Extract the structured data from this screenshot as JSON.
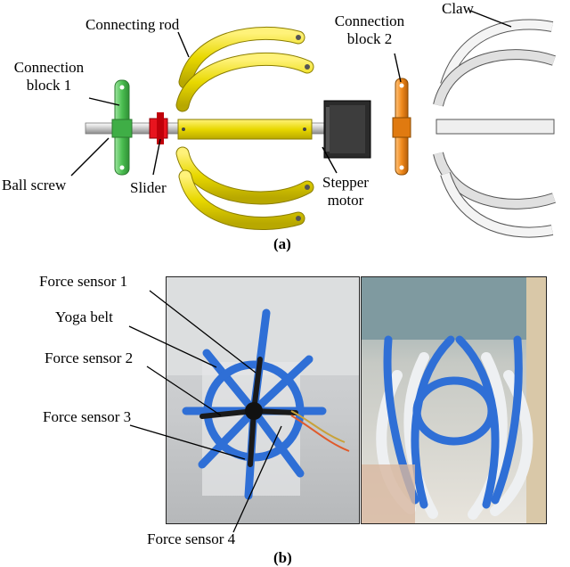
{
  "panel_a": {
    "caption": "(a)",
    "labels": {
      "connecting_rod": "Connecting rod",
      "connection_block_1": [
        "Connection",
        "block 1"
      ],
      "connection_block_2": [
        "Connection",
        "block 2"
      ],
      "claw": "Claw",
      "ball_screw": "Ball screw",
      "slider": "Slider",
      "stepper_motor": [
        "Stepper",
        "motor"
      ]
    },
    "colors": {
      "connecting_rod": "#f4e514",
      "connection_block_1": "#5ecb62",
      "connection_block_2": "#f08a1c",
      "slider": "#e8141e",
      "motor": "#2b2b2b",
      "claw": "#d9d9d9"
    }
  },
  "panel_b": {
    "caption": "(b)",
    "labels": {
      "force_sensor_1": "Force sensor 1",
      "yoga_belt": "Yoga belt",
      "force_sensor_2": "Force sensor 2",
      "force_sensor_3": "Force sensor 3",
      "force_sensor_4": "Force sensor 4"
    },
    "colors": {
      "yoga_belt": "#2f6fd6",
      "white_belt": "#eef0f2"
    }
  }
}
